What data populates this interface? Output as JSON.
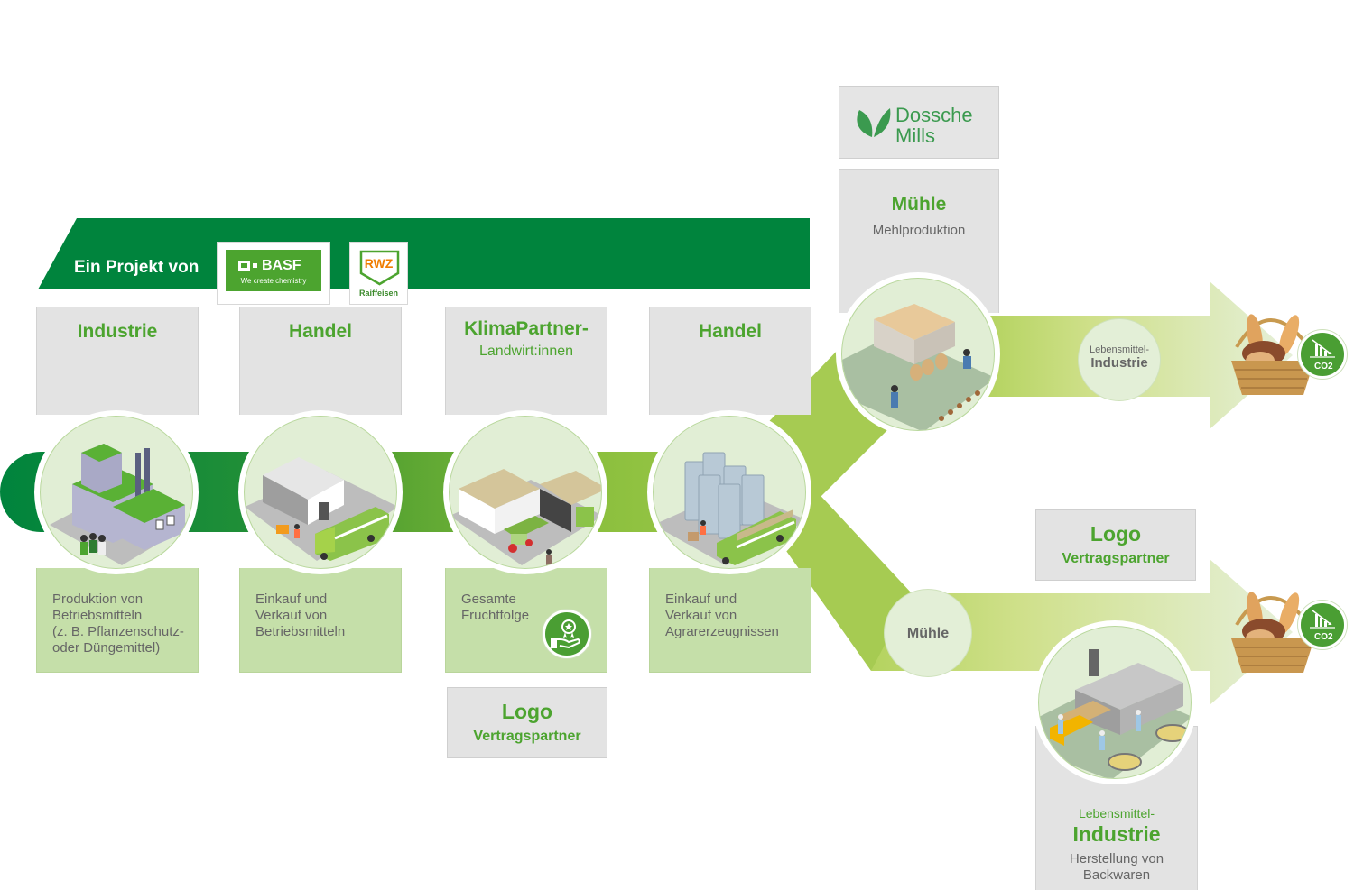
{
  "banner": {
    "label": "Ein Projekt von",
    "partners": [
      {
        "name": "BASF",
        "tagline": "We create chemistry",
        "color": "#4ca42f"
      },
      {
        "name": "RWZ",
        "tagline": "Raiffeisen",
        "color": "#f07d00"
      }
    ]
  },
  "colors": {
    "dark_green": "#00843d",
    "mid_green": "#4ca42f",
    "light_green": "#a8cc5a",
    "pale_green": "#c5dfa9",
    "gray_box": "#e3e3e3",
    "text_gray": "#666666"
  },
  "stages": [
    {
      "title": "Industrie",
      "subtitle": "",
      "description": "Produktion von\nBetriebsmitteln\n(z. B. Pflanzenschutz-\noder Düngemittel)",
      "scene": "factory"
    },
    {
      "title": "Handel",
      "subtitle": "",
      "description": "Einkauf und\nVerkauf von\nBetriebsmitteln",
      "scene": "warehouse"
    },
    {
      "title": "KlimaPartner-",
      "subtitle": "Landwirt:innen",
      "description": "Gesamte\nFruchtfolge",
      "scene": "farm",
      "badge": "award-hand"
    },
    {
      "title": "Handel",
      "subtitle": "",
      "description": "Einkauf und\nVerkauf von\nAgrarerzeugnissen",
      "scene": "silos"
    }
  ],
  "partner_logo_boxes": [
    {
      "title": "Logo",
      "subtitle": "Vertragspartner"
    },
    {
      "title": "Logo",
      "subtitle": "Vertragspartner"
    }
  ],
  "upper_branch": {
    "partner_logo": {
      "line1": "Dossche",
      "line2": "Mills"
    },
    "mill": {
      "title": "Mühle",
      "subtitle": "Mehlproduktion",
      "scene": "mill"
    },
    "node": {
      "prefix": "Lebensmittel-",
      "title": "Industrie"
    },
    "end": {
      "icon": "bread-basket",
      "badge": "CO2",
      "badge_sub": "2"
    }
  },
  "lower_branch": {
    "node": {
      "title": "Mühle"
    },
    "industry": {
      "prefix": "Lebensmittel-",
      "title": "Industrie",
      "description": "Herstellung von\nBackwaren",
      "scene": "bakery"
    },
    "end": {
      "icon": "bread-basket",
      "badge": "CO2",
      "badge_sub": "2"
    }
  }
}
